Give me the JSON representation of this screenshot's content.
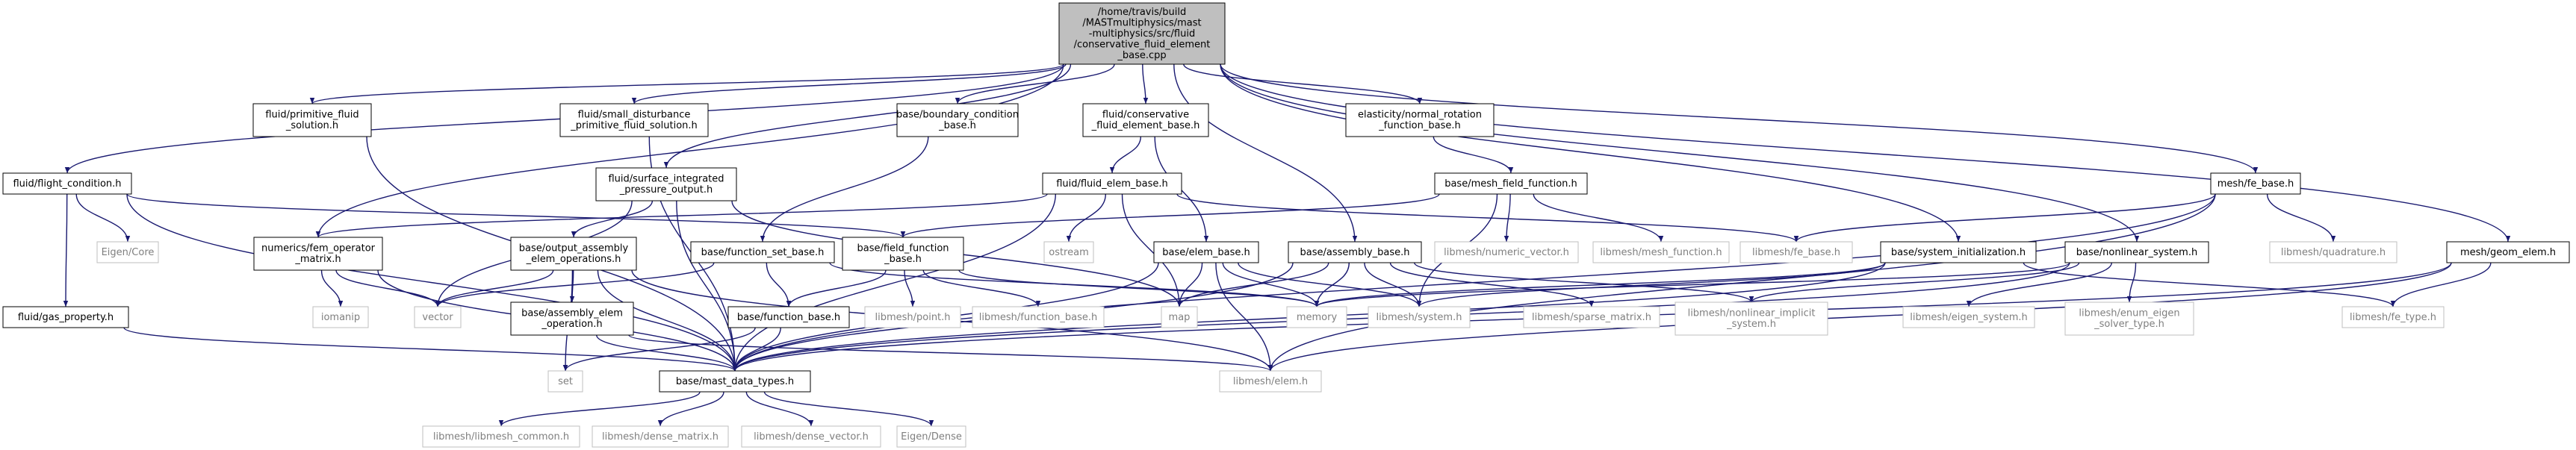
{
  "nodes": [
    {
      "id": "root",
      "lines": [
        "/home/travis/build",
        "/MASTmultiphysics/mast",
        "-multiphysics/src/fluid",
        "/conservative_fluid_element",
        "_base.cpp"
      ],
      "kind": "root"
    },
    {
      "id": "flight_condition",
      "lines": [
        "fluid/flight_condition.h"
      ],
      "kind": "doc"
    },
    {
      "id": "primitive_fluid_solution",
      "lines": [
        "fluid/primitive_fluid",
        "_solution.h"
      ],
      "kind": "doc"
    },
    {
      "id": "small_disturbance",
      "lines": [
        "fluid/small_disturbance",
        "_primitive_fluid_solution.h"
      ],
      "kind": "doc"
    },
    {
      "id": "boundary_condition_base",
      "lines": [
        "base/boundary_condition",
        "_base.h"
      ],
      "kind": "doc"
    },
    {
      "id": "conservative_fluid_element_base",
      "lines": [
        "fluid/conservative",
        "_fluid_element_base.h"
      ],
      "kind": "doc"
    },
    {
      "id": "normal_rotation",
      "lines": [
        "elasticity/normal_rotation",
        "_function_base.h"
      ],
      "kind": "doc"
    },
    {
      "id": "surface_integrated",
      "lines": [
        "fluid/surface_integrated",
        "_pressure_output.h"
      ],
      "kind": "doc"
    },
    {
      "id": "fluid_elem_base",
      "lines": [
        "fluid/fluid_elem_base.h"
      ],
      "kind": "doc"
    },
    {
      "id": "mesh_field_function",
      "lines": [
        "base/mesh_field_function.h"
      ],
      "kind": "doc"
    },
    {
      "id": "fe_base",
      "lines": [
        "mesh/fe_base.h"
      ],
      "kind": "doc"
    },
    {
      "id": "eigen_core",
      "lines": [
        "Eigen/Core"
      ],
      "kind": "ext"
    },
    {
      "id": "fem_operator_matrix",
      "lines": [
        "numerics/fem_operator",
        "_matrix.h"
      ],
      "kind": "doc"
    },
    {
      "id": "output_assembly",
      "lines": [
        "base/output_assembly",
        "_elem_operations.h"
      ],
      "kind": "doc"
    },
    {
      "id": "function_set_base",
      "lines": [
        "base/function_set_base.h"
      ],
      "kind": "doc"
    },
    {
      "id": "field_function_base",
      "lines": [
        "base/field_function",
        "_base.h"
      ],
      "kind": "doc"
    },
    {
      "id": "ostream",
      "lines": [
        "ostream"
      ],
      "kind": "ext"
    },
    {
      "id": "elem_base",
      "lines": [
        "base/elem_base.h"
      ],
      "kind": "doc"
    },
    {
      "id": "assembly_base",
      "lines": [
        "base/assembly_base.h"
      ],
      "kind": "doc"
    },
    {
      "id": "numeric_vector",
      "lines": [
        "libmesh/numeric_vector.h"
      ],
      "kind": "ext"
    },
    {
      "id": "mesh_function",
      "lines": [
        "libmesh/mesh_function.h"
      ],
      "kind": "ext"
    },
    {
      "id": "libmesh_fe_base",
      "lines": [
        "libmesh/fe_base.h"
      ],
      "kind": "ext"
    },
    {
      "id": "system_initialization",
      "lines": [
        "base/system_initialization.h"
      ],
      "kind": "doc"
    },
    {
      "id": "nonlinear_system",
      "lines": [
        "base/nonlinear_system.h"
      ],
      "kind": "doc"
    },
    {
      "id": "quadrature",
      "lines": [
        "libmesh/quadrature.h"
      ],
      "kind": "ext"
    },
    {
      "id": "geom_elem",
      "lines": [
        "mesh/geom_elem.h"
      ],
      "kind": "doc"
    },
    {
      "id": "gas_property",
      "lines": [
        "fluid/gas_property.h"
      ],
      "kind": "doc"
    },
    {
      "id": "iomanip",
      "lines": [
        "iomanip"
      ],
      "kind": "ext"
    },
    {
      "id": "vector",
      "lines": [
        "vector"
      ],
      "kind": "ext"
    },
    {
      "id": "assembly_elem_operation",
      "lines": [
        "base/assembly_elem",
        "_operation.h"
      ],
      "kind": "doc"
    },
    {
      "id": "function_base",
      "lines": [
        "base/function_base.h"
      ],
      "kind": "doc"
    },
    {
      "id": "libmesh_point",
      "lines": [
        "libmesh/point.h"
      ],
      "kind": "ext"
    },
    {
      "id": "libmesh_function_base",
      "lines": [
        "libmesh/function_base.h"
      ],
      "kind": "ext"
    },
    {
      "id": "map",
      "lines": [
        "map"
      ],
      "kind": "ext"
    },
    {
      "id": "memory",
      "lines": [
        "memory"
      ],
      "kind": "ext"
    },
    {
      "id": "libmesh_system",
      "lines": [
        "libmesh/system.h"
      ],
      "kind": "ext"
    },
    {
      "id": "sparse_matrix",
      "lines": [
        "libmesh/sparse_matrix.h"
      ],
      "kind": "ext"
    },
    {
      "id": "nonlinear_implicit",
      "lines": [
        "libmesh/nonlinear_implicit",
        "_system.h"
      ],
      "kind": "ext"
    },
    {
      "id": "eigen_system",
      "lines": [
        "libmesh/eigen_system.h"
      ],
      "kind": "ext"
    },
    {
      "id": "enum_eigen",
      "lines": [
        "libmesh/enum_eigen",
        "_solver_type.h"
      ],
      "kind": "ext"
    },
    {
      "id": "fe_type",
      "lines": [
        "libmesh/fe_type.h"
      ],
      "kind": "ext"
    },
    {
      "id": "set",
      "lines": [
        "set"
      ],
      "kind": "ext"
    },
    {
      "id": "mast_data_types",
      "lines": [
        "base/mast_data_types.h"
      ],
      "kind": "doc"
    },
    {
      "id": "libmesh_elem",
      "lines": [
        "libmesh/elem.h"
      ],
      "kind": "ext"
    },
    {
      "id": "libmesh_common",
      "lines": [
        "libmesh/libmesh_common.h"
      ],
      "kind": "ext"
    },
    {
      "id": "dense_matrix",
      "lines": [
        "libmesh/dense_matrix.h"
      ],
      "kind": "ext"
    },
    {
      "id": "dense_vector",
      "lines": [
        "libmesh/dense_vector.h"
      ],
      "kind": "ext"
    },
    {
      "id": "eigen_dense",
      "lines": [
        "Eigen/Dense"
      ],
      "kind": "ext"
    }
  ],
  "edges": [
    [
      "root",
      "flight_condition"
    ],
    [
      "root",
      "primitive_fluid_solution"
    ],
    [
      "root",
      "small_disturbance"
    ],
    [
      "root",
      "boundary_condition_base"
    ],
    [
      "root",
      "conservative_fluid_element_base"
    ],
    [
      "root",
      "normal_rotation"
    ],
    [
      "root",
      "surface_integrated"
    ],
    [
      "root",
      "fem_operator_matrix"
    ],
    [
      "root",
      "assembly_base"
    ],
    [
      "root",
      "system_initialization"
    ],
    [
      "root",
      "nonlinear_system"
    ],
    [
      "root",
      "fe_base"
    ],
    [
      "root",
      "geom_elem"
    ],
    [
      "flight_condition",
      "eigen_core"
    ],
    [
      "flight_condition",
      "gas_property"
    ],
    [
      "flight_condition",
      "mast_data_types"
    ],
    [
      "flight_condition",
      "field_function_base"
    ],
    [
      "primitive_fluid_solution",
      "mast_data_types"
    ],
    [
      "small_disturbance",
      "mast_data_types"
    ],
    [
      "boundary_condition_base",
      "function_set_base"
    ],
    [
      "conservative_fluid_element_base",
      "fluid_elem_base"
    ],
    [
      "conservative_fluid_element_base",
      "elem_base"
    ],
    [
      "normal_rotation",
      "mesh_field_function"
    ],
    [
      "surface_integrated",
      "output_assembly"
    ],
    [
      "surface_integrated",
      "vector"
    ],
    [
      "surface_integrated",
      "map"
    ],
    [
      "surface_integrated",
      "mast_data_types"
    ],
    [
      "fluid_elem_base",
      "fem_operator_matrix"
    ],
    [
      "fluid_elem_base",
      "ostream"
    ],
    [
      "fluid_elem_base",
      "map"
    ],
    [
      "fluid_elem_base",
      "mast_data_types"
    ],
    [
      "fluid_elem_base",
      "libmesh_fe_base"
    ],
    [
      "mesh_field_function",
      "field_function_base"
    ],
    [
      "mesh_field_function",
      "numeric_vector"
    ],
    [
      "mesh_field_function",
      "mesh_function"
    ],
    [
      "mesh_field_function",
      "libmesh_system"
    ],
    [
      "fe_base",
      "libmesh_fe_base"
    ],
    [
      "fe_base",
      "quadrature"
    ],
    [
      "fe_base",
      "mast_data_types"
    ],
    [
      "fe_base",
      "libmesh_elem"
    ],
    [
      "fem_operator_matrix",
      "iomanip"
    ],
    [
      "fem_operator_matrix",
      "vector"
    ],
    [
      "fem_operator_matrix",
      "mast_data_types"
    ],
    [
      "output_assembly",
      "assembly_elem_operation"
    ],
    [
      "output_assembly",
      "vector"
    ],
    [
      "output_assembly",
      "mast_data_types"
    ],
    [
      "output_assembly",
      "set"
    ],
    [
      "output_assembly",
      "libmesh_elem"
    ],
    [
      "function_set_base",
      "function_base"
    ],
    [
      "function_set_base",
      "memory"
    ],
    [
      "function_set_base",
      "vector"
    ],
    [
      "field_function_base",
      "function_base"
    ],
    [
      "field_function_base",
      "libmesh_point"
    ],
    [
      "field_function_base",
      "libmesh_function_base"
    ],
    [
      "field_function_base",
      "memory"
    ],
    [
      "elem_base",
      "map"
    ],
    [
      "elem_base",
      "memory"
    ],
    [
      "elem_base",
      "mast_data_types"
    ],
    [
      "elem_base",
      "libmesh_system"
    ],
    [
      "elem_base",
      "libmesh_elem"
    ],
    [
      "assembly_base",
      "map"
    ],
    [
      "assembly_base",
      "memory"
    ],
    [
      "assembly_base",
      "libmesh_system"
    ],
    [
      "assembly_base",
      "sparse_matrix"
    ],
    [
      "assembly_base",
      "nonlinear_implicit"
    ],
    [
      "assembly_base",
      "mast_data_types"
    ],
    [
      "system_initialization",
      "memory"
    ],
    [
      "system_initialization",
      "libmesh_system"
    ],
    [
      "system_initialization",
      "fe_type"
    ],
    [
      "system_initialization",
      "mast_data_types"
    ],
    [
      "nonlinear_system",
      "memory"
    ],
    [
      "nonlinear_system",
      "nonlinear_implicit"
    ],
    [
      "nonlinear_system",
      "eigen_system"
    ],
    [
      "nonlinear_system",
      "enum_eigen"
    ],
    [
      "nonlinear_system",
      "mast_data_types"
    ],
    [
      "geom_elem",
      "fe_type"
    ],
    [
      "geom_elem",
      "mast_data_types"
    ],
    [
      "geom_elem",
      "libmesh_elem"
    ],
    [
      "gas_property",
      "mast_data_types"
    ],
    [
      "assembly_elem_operation",
      "mast_data_types"
    ],
    [
      "assembly_elem_operation",
      "libmesh_elem"
    ],
    [
      "function_base",
      "set"
    ],
    [
      "function_base",
      "mast_data_types"
    ],
    [
      "mast_data_types",
      "libmesh_common"
    ],
    [
      "mast_data_types",
      "dense_matrix"
    ],
    [
      "mast_data_types",
      "dense_vector"
    ],
    [
      "mast_data_types",
      "eigen_dense"
    ]
  ]
}
